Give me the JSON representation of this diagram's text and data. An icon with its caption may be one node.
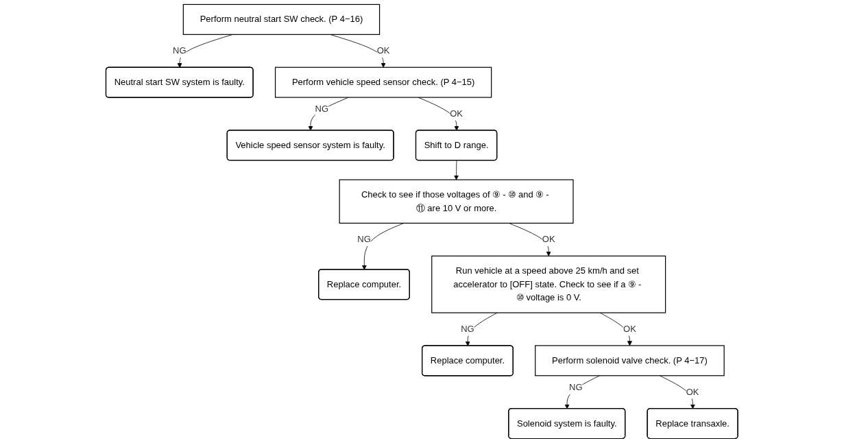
{
  "diagram": {
    "nodes": [
      {
        "text": [
          "Perform neutral start SW check. (P 4−16)"
        ]
      },
      {
        "text": [
          "Neutral start SW system is faulty."
        ]
      },
      {
        "text": [
          "Perform vehicle speed sensor check. (P 4−15)"
        ]
      },
      {
        "text": [
          "Vehicle speed sensor system is faulty."
        ]
      },
      {
        "text": [
          "Shift to D range."
        ]
      },
      {
        "text": [
          "Check to see if those voltages of ⑨ - ⑩ and ⑨ - ⑪ are 10 V or more."
        ]
      },
      {
        "text": [
          "Replace computer."
        ]
      },
      {
        "text": [
          "Run vehicle at a speed above 25 km/h and set accelerator to [OFF] state. Check to see if a ⑨ - ⑩ voltage is 0 V."
        ]
      },
      {
        "text": [
          "Replace computer."
        ]
      },
      {
        "text": [
          "Perform solenoid valve check. (P 4−17)"
        ]
      },
      {
        "text": [
          "Solenoid system is faulty."
        ]
      },
      {
        "text": [
          "Replace transaxle."
        ]
      }
    ],
    "edges": [
      {
        "from": 0,
        "to": 1,
        "arrow": "to",
        "label": "NG"
      },
      {
        "from": 0,
        "to": 2,
        "arrow": "to",
        "label": "OK"
      },
      {
        "from": 2,
        "to": 3,
        "arrow": "to",
        "label": "NG"
      },
      {
        "from": 2,
        "to": 4,
        "arrow": "to",
        "label": "OK"
      },
      {
        "from": 4,
        "to": 5,
        "arrow": "to"
      },
      {
        "from": 5,
        "to": 6,
        "arrow": "to",
        "label": "NG"
      },
      {
        "from": 5,
        "to": 7,
        "arrow": "to",
        "label": "OK"
      },
      {
        "from": 7,
        "to": 8,
        "arrow": "to",
        "label": "NG"
      },
      {
        "from": 7,
        "to": 9,
        "arrow": "to",
        "label": "OK"
      },
      {
        "from": 9,
        "to": 10,
        "arrow": "to",
        "label": "NG"
      },
      {
        "from": 9,
        "to": 11,
        "arrow": "to",
        "label": "OK"
      }
    ]
  }
}
